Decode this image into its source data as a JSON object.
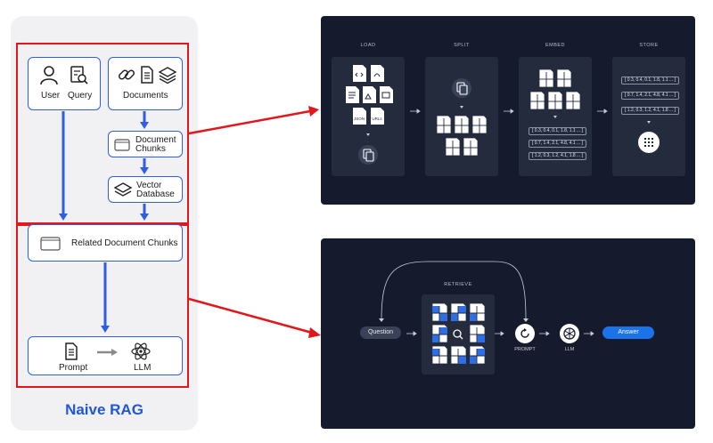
{
  "naive_rag": {
    "title": "Naive RAG",
    "user": "User",
    "query": "Query",
    "documents": "Documents",
    "chunks_line1": "Document",
    "chunks_line2": "Chunks",
    "vdb_line1": "Vector",
    "vdb_line2": "Database",
    "related": "Related Document Chunks",
    "prompt": "Prompt",
    "llm": "LLM"
  },
  "pipeline": {
    "load": "LOAD",
    "split": "SPLIT",
    "embed": "EMBED",
    "store": "STORE",
    "doc_json": "JSON",
    "doc_urls": "URLs",
    "embed_vectors": [
      "[ 0.3, 0.4, 0.1, 1.8, 1.1 ... ]",
      "[ 0.7, 1.4, 2.1, 4.8, 4.1 ... ]",
      "[ 1.2, 0.3, 1.2, 4.1, 1.8 ... ]"
    ],
    "store_vectors": [
      "[ 0.3, 0.4, 0.1, 1.8, 1.1 ... ]",
      "[ 0.7, 1.4, 2.1, 4.8, 4.1 ... ]",
      "[ 1.2, 0.3, 1.2, 4.1, 1.8 ... ]"
    ]
  },
  "retrieval": {
    "retrieve": "RETRIEVE",
    "question": "Question",
    "prompt": "PROMPT",
    "llm": "LLM",
    "answer": "Answer"
  },
  "colors": {
    "red": "#e3161b",
    "blue": "#2f5fe0",
    "dark": "#151b2c",
    "answer_blue": "#1a73e8"
  }
}
